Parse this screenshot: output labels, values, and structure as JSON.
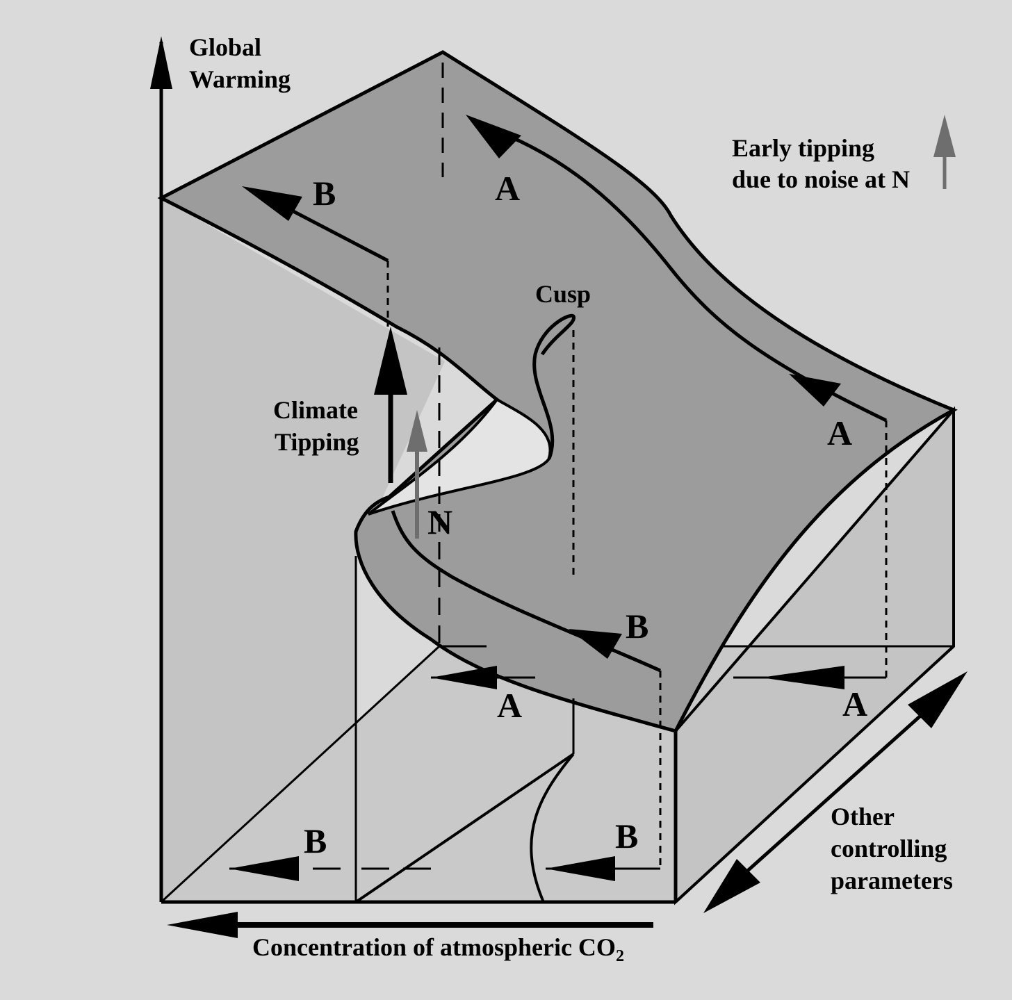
{
  "axes": {
    "vertical_line1": "Global",
    "vertical_line2": "Warming",
    "horizontal_main": "Concentration of atmospheric CO",
    "horizontal_sub": "2",
    "depth_line1": "Other",
    "depth_line2": "controlling",
    "depth_line3": "parameters"
  },
  "annotations": {
    "early_tipping_line1": "Early tipping",
    "early_tipping_line2": "due to noise at N",
    "climate_tipping_line1": "Climate",
    "climate_tipping_line2": "Tipping",
    "cusp": "Cusp",
    "noise_point": "N"
  },
  "path_labels": {
    "top_A": "A",
    "top_B": "B",
    "right_A": "A",
    "lower_B": "B",
    "floor_A_left": "A",
    "floor_A_right": "A",
    "floor_B_left": "B",
    "floor_B_right": "B"
  },
  "colors": {
    "background": "#dadada",
    "surface": "#9c9c9c",
    "back_wall": "#c4c4c4",
    "fold_underside": "#e4e4e4",
    "noise_arrow": "#6e6e6e",
    "ink": "#000000"
  }
}
